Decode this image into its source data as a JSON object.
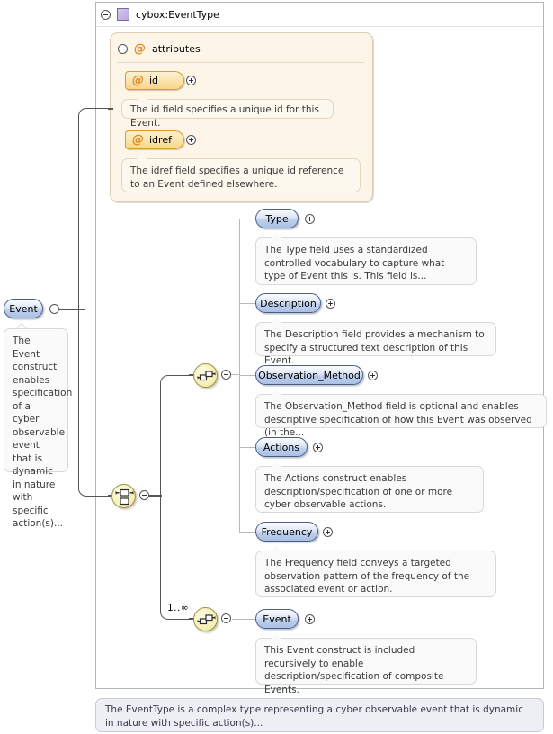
{
  "diagram": {
    "kind": "xsd-schema-documentation",
    "complex_type": {
      "title": "cybox:EventType",
      "glyph": "complextype-square-icon",
      "toggle": "minus"
    },
    "root_element": {
      "label": "Event",
      "toggle": "minus",
      "documentation": "The Event construct enables specification of a cyber observable event that is dynamic in nature with specific action(s)..."
    },
    "attributes_group": {
      "label": "attributes",
      "glyph": "at-sign-icon",
      "toggle": "minus",
      "items": [
        {
          "name": "id",
          "glyph": "at-sign-icon",
          "toggle": "plus",
          "documentation": "The id field specifies a unique id for this Event."
        },
        {
          "name": "idref",
          "glyph": "at-sign-icon",
          "toggle": "plus",
          "documentation": "The idref field specifies a unique id reference to an Event defined elsewhere."
        }
      ]
    },
    "compositors": [
      {
        "id": "choice-root",
        "type": "choice",
        "toggle": "minus",
        "occurrence": ""
      },
      {
        "id": "sequence-main",
        "type": "sequence",
        "toggle": "minus",
        "occurrence": ""
      },
      {
        "id": "sequence-recursive",
        "type": "sequence",
        "toggle": "minus",
        "occurrence": "1..∞"
      }
    ],
    "elements": [
      {
        "label": "Type",
        "toggle": "plus",
        "documentation": "The Type field uses a standardized controlled vocabulary to capture what type of Event this is. This field is..."
      },
      {
        "label": "Description",
        "toggle": "plus",
        "documentation": "The Description field provides a mechanism to specify a structured text description of this Event."
      },
      {
        "label": "Observation_Method",
        "toggle": "plus",
        "documentation": "The Observation_Method field is optional and enables descriptive specification of how this Event was observed (in the..."
      },
      {
        "label": "Actions",
        "toggle": "plus",
        "documentation": "The Actions construct enables description/specification of one or more cyber observable actions."
      },
      {
        "label": "Frequency",
        "toggle": "plus",
        "documentation": "The Frequency field conveys a targeted observation pattern of the frequency of the associated event or action."
      },
      {
        "label": "Event",
        "toggle": "plus",
        "documentation": "This Event construct is included recursively to enable description/specification of composite Events."
      }
    ],
    "footer_documentation": "The EventType is a complex type representing a cyber observable event that is dynamic in nature with specific action(s)...",
    "colors": {
      "element_fill": "#bfd0ec",
      "element_border": "#4a5f86",
      "attribute_fill": "#fbe4ad",
      "attribute_border": "#d79b2c",
      "attribute_accent": "#e08a1e",
      "compositor_fill": "#f7f2bd",
      "compositor_border": "#9a8f43",
      "complextype_fill": "#c3b4e6",
      "container_border": "#b4b4b4",
      "doc_fill": "#fafafa",
      "doc_cream_fill": "#fdf8ee",
      "footer_fill": "#eeeef5",
      "connector": "#606060"
    }
  }
}
